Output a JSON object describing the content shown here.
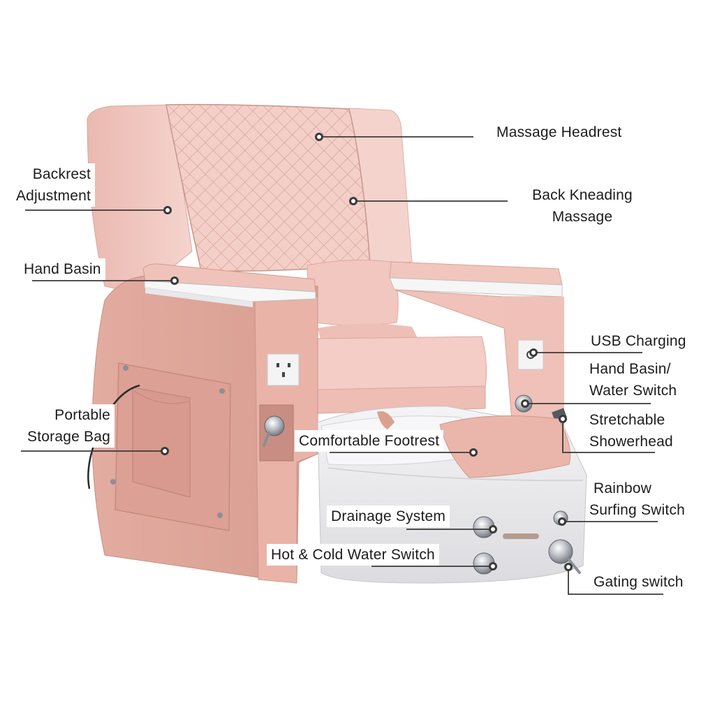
{
  "figure": {
    "subject": "Pink pedicure spa chair with white foot basin",
    "colors": {
      "leather_light": "#f2c9c2",
      "leather_mid": "#e7b3a8",
      "leather_dark": "#d59d92",
      "basin_white": "#ececee",
      "chrome": "#b9bcc2",
      "leader_line": "#3a3a3a",
      "label_text": "#1c1c1c"
    }
  },
  "labels": {
    "massage_headrest": {
      "lines": [
        "Massage Headrest"
      ]
    },
    "back_kneading": {
      "lines": [
        "Back Kneading",
        "Massage"
      ]
    },
    "backrest_adjustment": {
      "lines": [
        "Backrest",
        "Adjustment"
      ]
    },
    "hand_basin": {
      "lines": [
        "Hand Basin"
      ]
    },
    "usb_charging": {
      "lines": [
        "USB Charging"
      ]
    },
    "hand_basin_water_switch": {
      "lines": [
        "Hand Basin/",
        "Water Switch"
      ]
    },
    "stretchable_showerhead": {
      "lines": [
        "Stretchable",
        "Showerhead"
      ]
    },
    "portable_storage_bag": {
      "lines": [
        "Portable",
        "Storage Bag"
      ]
    },
    "comfortable_footrest": {
      "lines": [
        "Comfortable Footrest"
      ]
    },
    "rainbow_surfing_switch": {
      "lines": [
        "Rainbow",
        "Surfing Switch"
      ]
    },
    "drainage_system": {
      "lines": [
        "Drainage System"
      ]
    },
    "hot_cold_water_switch": {
      "lines": [
        "Hot & Cold Water Switch"
      ]
    },
    "gating_switch": {
      "lines": [
        "Gating switch"
      ]
    }
  }
}
